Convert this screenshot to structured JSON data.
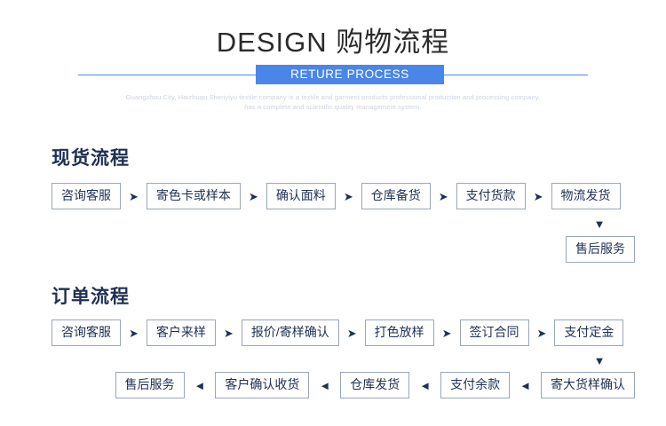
{
  "header": {
    "title": "DESIGN 购物流程",
    "banner_label": "RETURE PROCESS",
    "subtitle_line1": "Guangzhou City, Haizhuqu Shenyiyu textile company is a textile and garment products professional production and processing company,",
    "subtitle_line2": "has a complete and scientific quality management system.",
    "accent_color": "#4a86e8"
  },
  "sections": [
    {
      "title": "现货流程",
      "row1": [
        "咨询客服",
        "寄色卡或样本",
        "确认面料",
        "仓库备货",
        "支付货款",
        "物流发货"
      ],
      "row2": [
        "售后服务"
      ]
    },
    {
      "title": "订单流程",
      "row1": [
        "咨询客服",
        "客户来样",
        "报价/寄样确认",
        "打色放样",
        "签订合同",
        "支付定金"
      ],
      "row2": [
        "售后服务",
        "客户确认收货",
        "仓库发货",
        "支付余款",
        "寄大货样确认"
      ]
    }
  ],
  "icons": {
    "arrow_right": "➤",
    "arrow_left": "◄",
    "arrow_down": "▼"
  },
  "colors": {
    "text_navy": "#1e3054",
    "box_border": "#9aa6bb",
    "subtitle_gray": "#ccd3e0"
  }
}
